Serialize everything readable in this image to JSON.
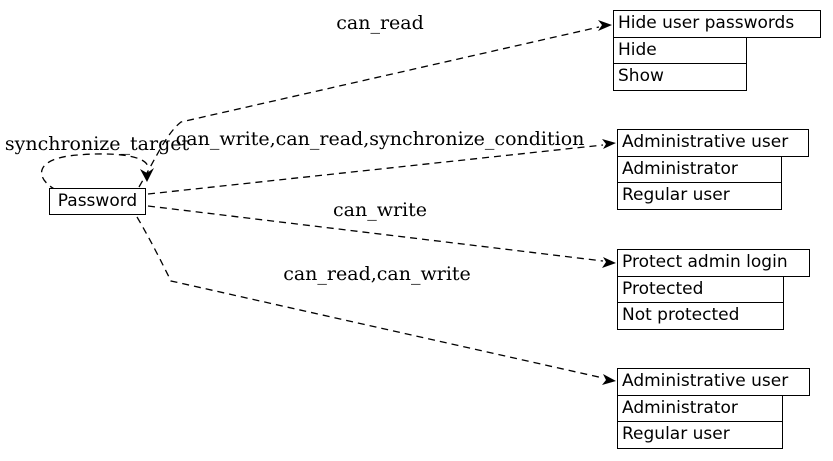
{
  "diagram": {
    "source_node": {
      "label": "Password"
    },
    "self_edge": {
      "label": "synchronize_target"
    },
    "edges": [
      {
        "label": "can_read",
        "target_header": "Hide user passwords"
      },
      {
        "label": "can_write,can_read,synchronize_condition",
        "target_header": "Administrative user"
      },
      {
        "label": "can_write",
        "target_header": "Protect admin login"
      },
      {
        "label": "can_read,can_write",
        "target_header": "Administrative user"
      }
    ],
    "tables": [
      {
        "header": "Hide user passwords",
        "rows": [
          "Hide",
          "Show"
        ]
      },
      {
        "header": "Administrative user",
        "rows": [
          "Administrator",
          "Regular user"
        ]
      },
      {
        "header": "Protect admin login",
        "rows": [
          "Protected",
          "Not protected"
        ]
      },
      {
        "header": "Administrative user",
        "rows": [
          "Administrator",
          "Regular user"
        ]
      }
    ],
    "colors": {
      "stroke": "#000000",
      "background": "#ffffff"
    }
  }
}
